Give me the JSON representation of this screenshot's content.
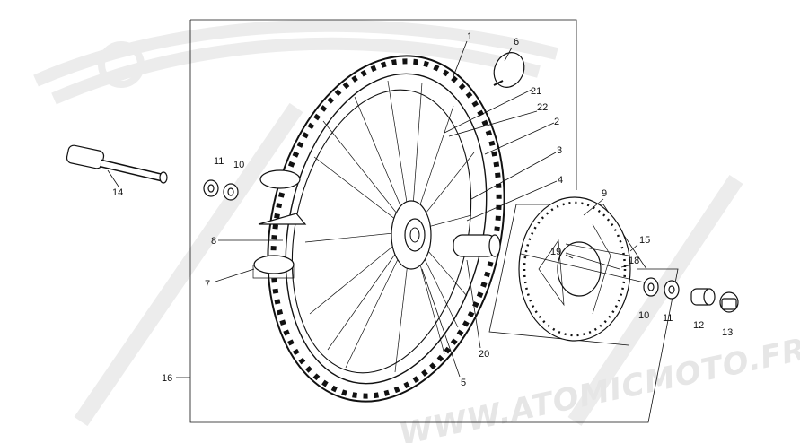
{
  "watermark": {
    "text": "WWW.ATOMICMOTO.FR"
  },
  "callouts": {
    "c1": "1",
    "c2": "2",
    "c3": "3",
    "c4": "4",
    "c5": "5",
    "c6": "6",
    "c7": "7",
    "c8": "8",
    "c9": "9",
    "c10a": "10",
    "c10b": "10",
    "c11a": "11",
    "c11b": "11",
    "c12": "12",
    "c13": "13",
    "c14": "14",
    "c15": "15",
    "c16": "16",
    "c18": "18",
    "c19": "19",
    "c20": "20",
    "c21": "21",
    "c22": "22"
  }
}
